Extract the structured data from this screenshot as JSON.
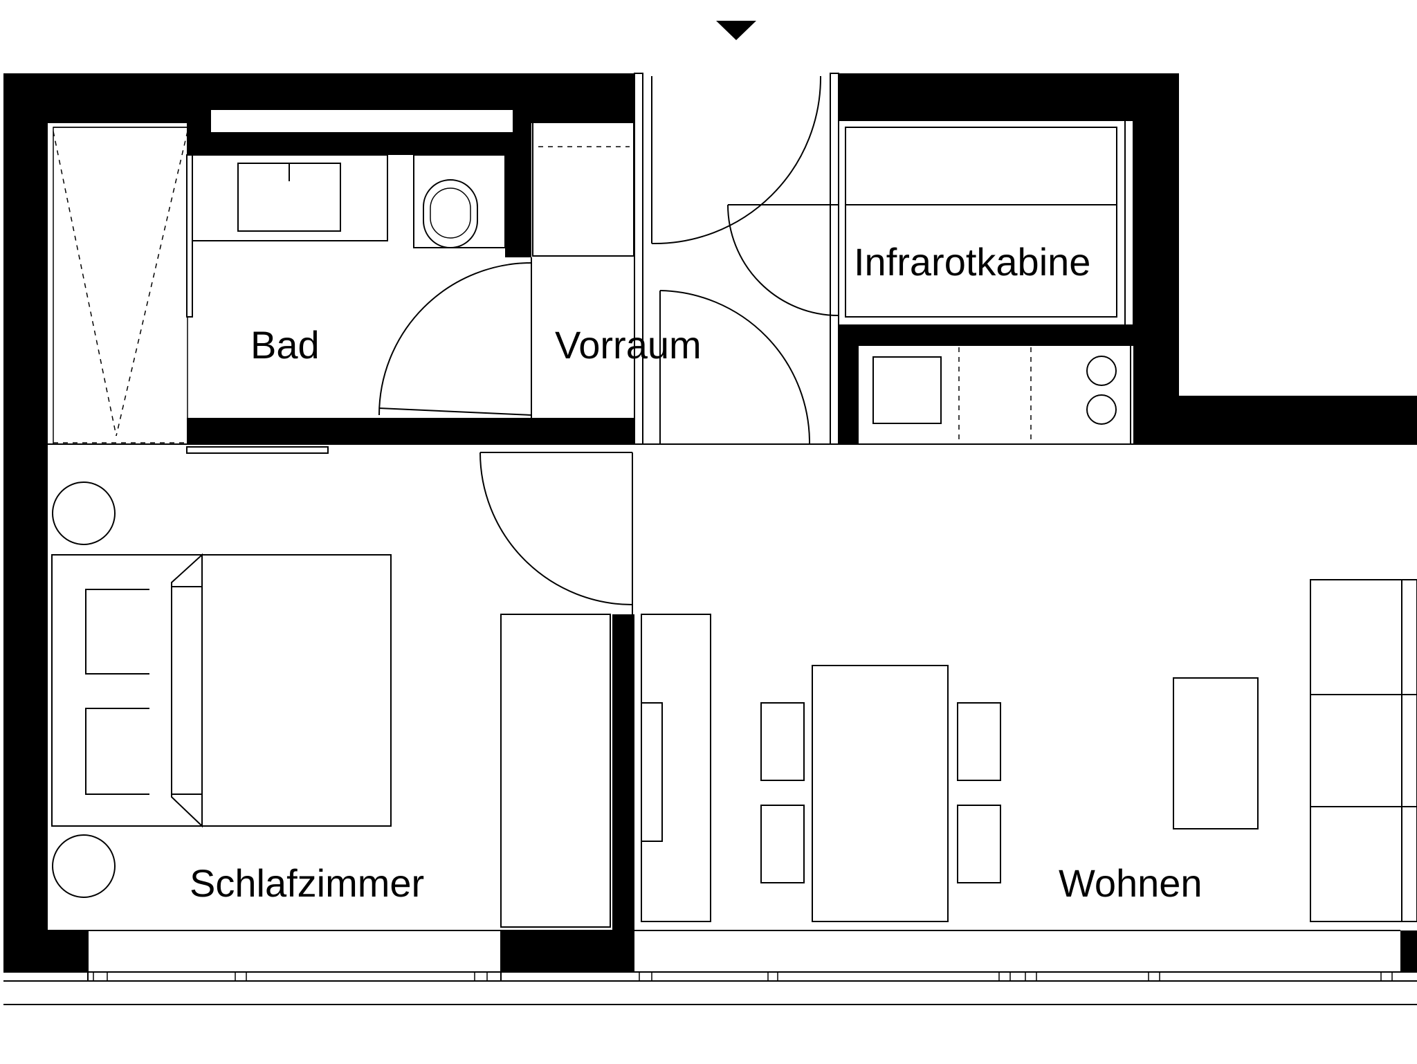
{
  "rooms": {
    "bad": "Bad",
    "vorraum": "Vorraum",
    "infrarotkabine": "Infrarotkabine",
    "schlafzimmer": "Schlafzimmer",
    "wohnen": "Wohnen"
  },
  "colors": {
    "wall": "#000000",
    "background": "#ffffff",
    "line": "#000000"
  },
  "icons": {
    "entrance": "entrance-arrow-icon"
  }
}
